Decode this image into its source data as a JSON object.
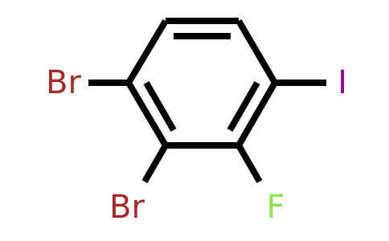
{
  "molecule": {
    "atoms": {
      "br1": {
        "symbol": "Br",
        "color": "#A52A2A"
      },
      "br2": {
        "symbol": "Br",
        "color": "#A52A2A"
      },
      "f": {
        "symbol": "F",
        "color": "#90E050"
      },
      "i": {
        "symbol": "I",
        "color": "#940094"
      }
    },
    "bond_color": "#000000"
  }
}
